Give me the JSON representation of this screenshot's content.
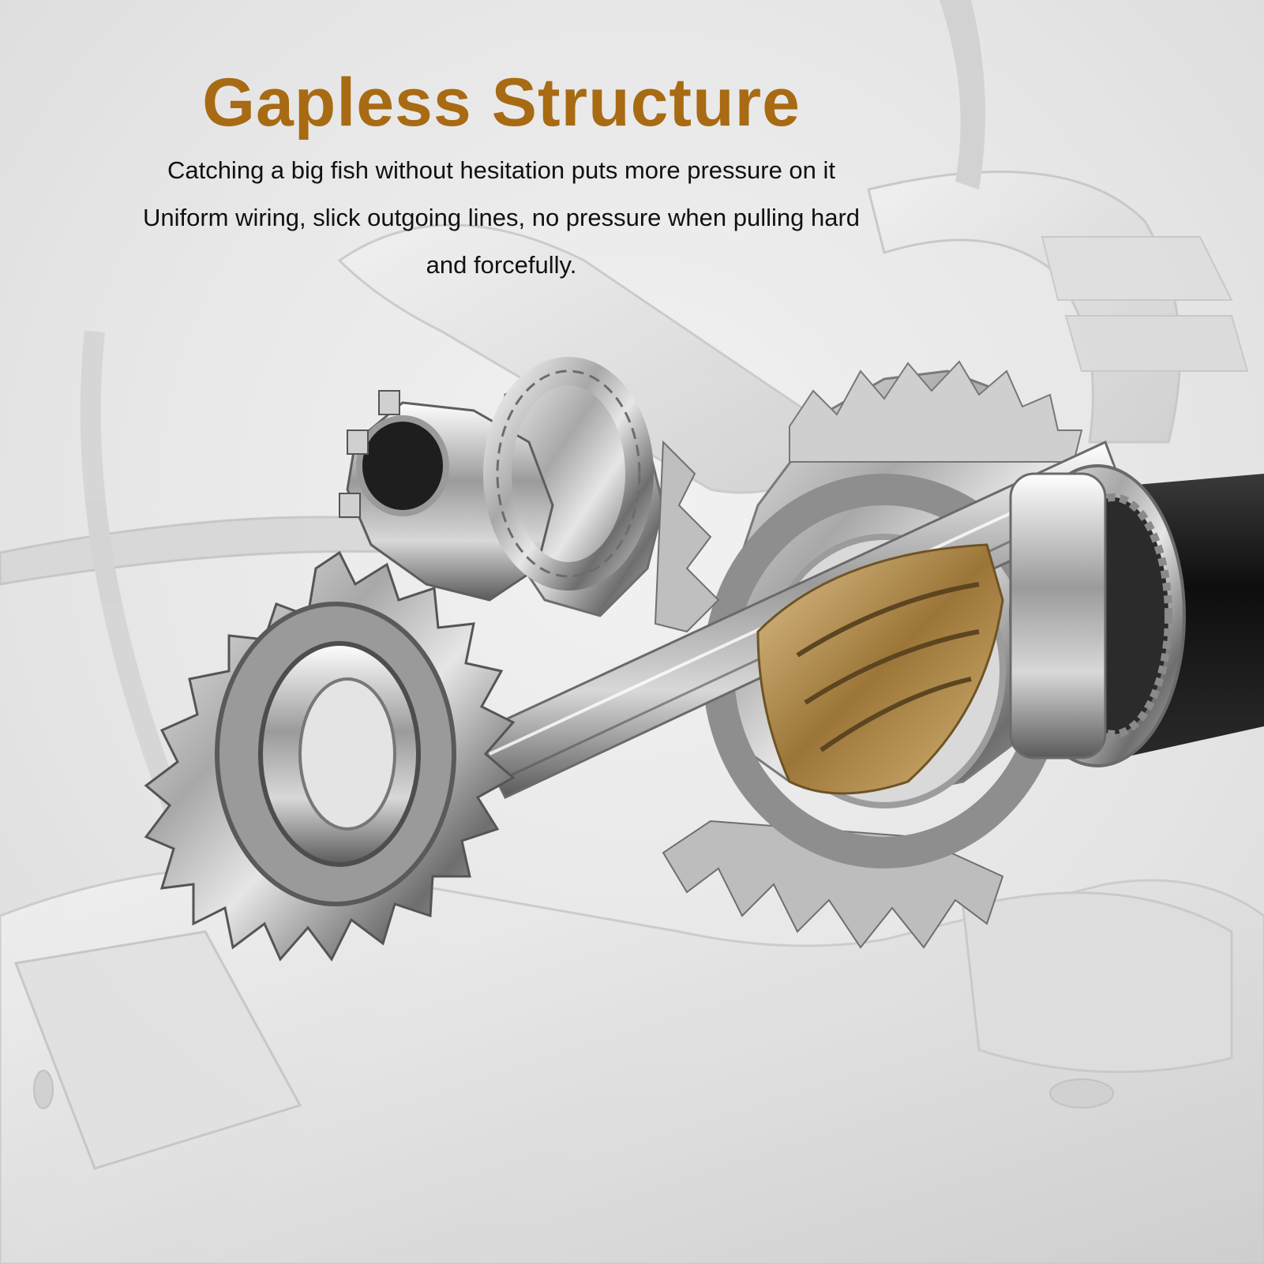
{
  "headline": {
    "text": "Gapless Structure",
    "color": "#a86a12"
  },
  "description": {
    "line1": "Catching a big fish without hesitation puts more pressure on it",
    "line2": "Uniform wiring, slick outgoing lines, no pressure when pulling hard",
    "line3": "and forcefully."
  },
  "palette": {
    "chrome": "#c9c9c9",
    "chrome_dark": "#5e5e5e",
    "brass": "#b08a4e",
    "black": "#151515",
    "ghost": "#cfcfcf"
  }
}
